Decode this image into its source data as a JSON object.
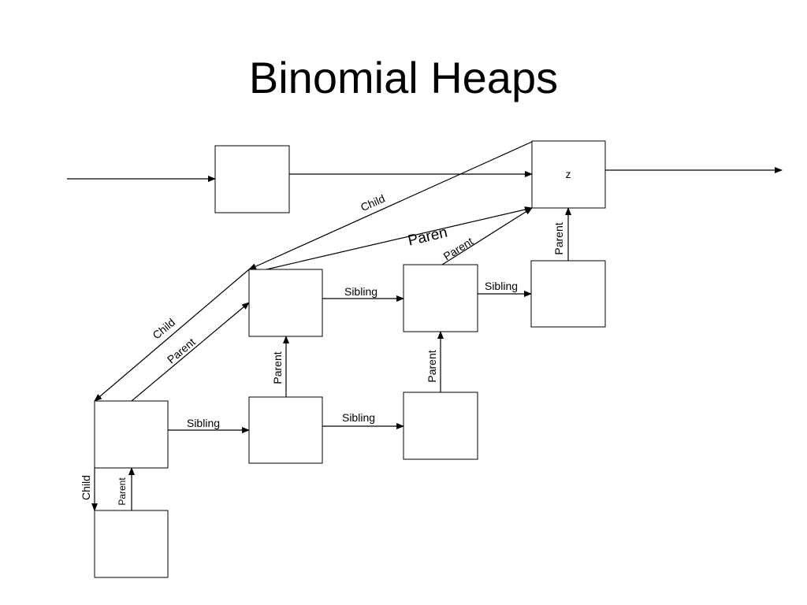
{
  "title": "Binomial Heaps",
  "nodes": {
    "z": {
      "label": "z"
    }
  },
  "edge_labels": {
    "child_top": "Child",
    "parent_top_big": "Paren",
    "parent_top_small": "Parent",
    "parent_z": "Parent",
    "sibling_row2_a": "Sibling",
    "sibling_row2_b": "Sibling",
    "child_mid": "Child",
    "parent_mid": "Parent",
    "parent_col_a": "Parent",
    "parent_col_b": "Parent",
    "sibling_row3_a": "Sibling",
    "sibling_row3_b": "Sibling",
    "child_bottom": "Child",
    "parent_bottom": "Parent"
  }
}
